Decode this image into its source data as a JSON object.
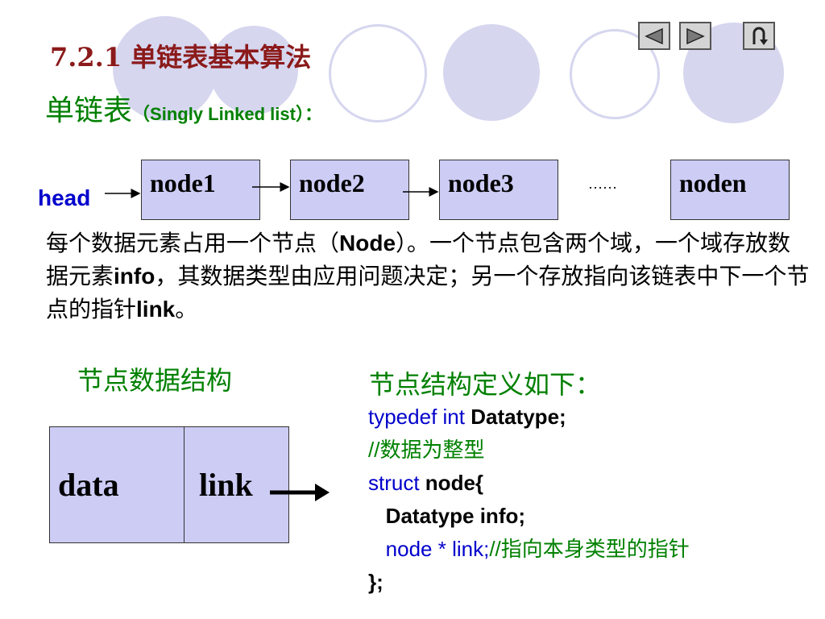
{
  "title": "7.2.1  单链表基本算法",
  "subtitle": {
    "zh": "单链表",
    "en_open": "（",
    "en": "Singly Linked list",
    "en_close": "）：",
    "color": "#008000"
  },
  "nav": {
    "prev": "prev",
    "next": "next",
    "return": "return"
  },
  "diagram": {
    "head_label": "head",
    "nodes": [
      "node1",
      "node2",
      "node3",
      "noden"
    ],
    "ellipsis": "……"
  },
  "description": {
    "p1": "每个数据元素占用一个节点（",
    "node_kw": "Node",
    "p2": "）。一个节点包含两个域，一个域存放数据元素",
    "info_kw": "info",
    "p3": "，其数据类型由应用问题决定；另一个存放指向该链表中下一个节点的指针",
    "link_kw": "link",
    "p4": "。"
  },
  "node_structure": {
    "title": "节点数据结构",
    "data_label": "data",
    "link_label": "link"
  },
  "definition": {
    "title": "节点结构定义如下：",
    "line1_kw": "typedef int",
    "line1_rest": " Datatype;",
    "line2_comment": "//数据为整型",
    "line3_kw": "struct",
    "line3_rest": " node{",
    "line4": "   Datatype info;",
    "line5_code": "   node * link;",
    "line5_comment": "//指向本身类型的指针",
    "line6": "};"
  },
  "colors": {
    "title": "#8b1a1a",
    "accent_green": "#008000",
    "keyword_blue": "#0000cc",
    "node_fill": "#ccccf5",
    "decoration": "#d6d6ef"
  }
}
